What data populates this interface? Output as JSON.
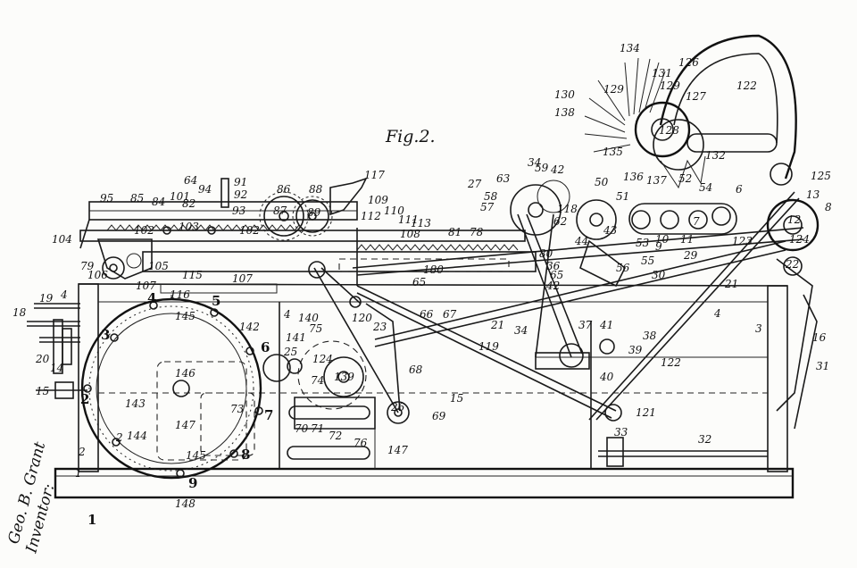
{
  "figure_label": "Fig.2.",
  "inventor": {
    "label": "Inventor:",
    "signature": "Geo. B. Grant"
  },
  "dial_numerals": [
    "1",
    "2",
    "3",
    "4",
    "5",
    "6",
    "7",
    "8",
    "9"
  ],
  "reference_numerals": {
    "n134": "134",
    "n126": "126",
    "n131": "131",
    "n129a": "129",
    "n129b": "129",
    "n127": "127",
    "n122a": "122",
    "n130": "130",
    "n138": "138",
    "n128": "128",
    "n135": "135",
    "n132": "132",
    "n125": "125",
    "n136": "136",
    "n137": "137",
    "n13": "13",
    "n8": "8",
    "n12": "12",
    "n124": "124",
    "n123": "123",
    "n22": "22",
    "n6": "6",
    "n52": "52",
    "n54": "54",
    "n7": "7",
    "n10": "10",
    "n11": "11",
    "n34a": "34",
    "n59": "59",
    "n42a": "42",
    "n27": "27",
    "n63": "63",
    "n58": "58",
    "n57": "57",
    "n118": "118",
    "n50": "50",
    "n51": "51",
    "n62": "62",
    "n44": "44",
    "n43": "43",
    "n53": "53",
    "n9": "9",
    "n56": "56",
    "n55": "55",
    "n29": "29",
    "n30": "30",
    "n21a": "21",
    "n21b": "21",
    "n36": "36",
    "n80": "80",
    "n65a": "65",
    "n65b": "65",
    "n42b": "42",
    "n4a": "4",
    "n4b": "4",
    "n3": "3",
    "n16": "16",
    "n31": "31",
    "n38": "38",
    "n37": "37",
    "n41": "41",
    "n39": "39",
    "n40": "40",
    "n122b": "122",
    "n121": "121",
    "n33": "33",
    "n32": "32",
    "n34b": "34",
    "n119": "119",
    "n15a": "15",
    "n15b": "15",
    "n69": "69",
    "n26": "26",
    "n68": "68",
    "n117": "117",
    "n109": "109",
    "n110": "110",
    "n112": "112",
    "n111": "111",
    "n113": "113",
    "n108": "108",
    "n81": "81",
    "n78": "78",
    "n180": "180",
    "n95": "95",
    "n85": "85",
    "n84": "84",
    "n101": "101",
    "n82": "82",
    "n64": "64",
    "n94": "94",
    "n91": "91",
    "n92": "92",
    "n86": "86",
    "n88": "88",
    "n93": "93",
    "n87": "87",
    "n89": "89",
    "n102a": "102",
    "n102b": "102",
    "n103": "103",
    "n104": "104",
    "n79": "79",
    "n105": "105",
    "n106": "106",
    "n115": "115",
    "n107a": "107",
    "n107b": "107",
    "n116": "116",
    "n19": "19",
    "n18": "18",
    "n20": "20",
    "n14": "14",
    "n2a": "2",
    "n2b": "2",
    "n1": "1",
    "n145a": "145",
    "n145b": "145",
    "n142": "142",
    "n140": "140",
    "n75": "75",
    "n141": "141",
    "n120": "120",
    "n23": "23",
    "n25": "25",
    "n124b": "124",
    "n139": "139",
    "n74": "74",
    "n146": "146",
    "n143": "143",
    "n147a": "147",
    "n147b": "147",
    "n73": "73",
    "n144": "144",
    "n148": "148",
    "n70": "70",
    "n71": "71",
    "n72": "72",
    "n76": "76",
    "n66": "66",
    "n67": "67",
    "n4c": "4"
  }
}
